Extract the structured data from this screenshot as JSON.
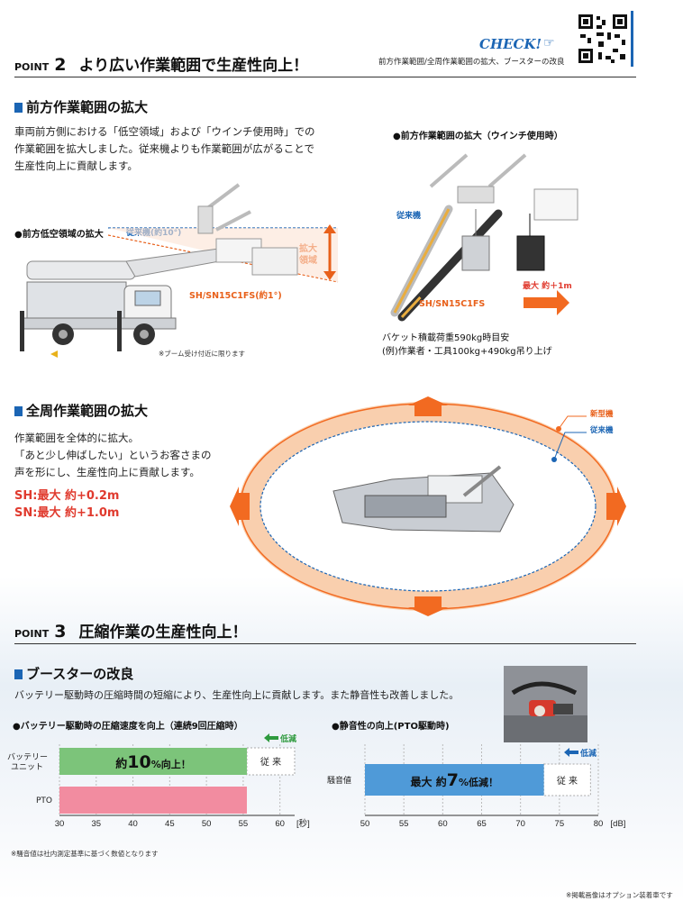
{
  "point2": {
    "label": "POINT",
    "num": "2",
    "title": "より広い作業範囲で生産性向上！"
  },
  "check": {
    "badge": "CHECK!",
    "caption": "前方作業範囲/全周作業範囲の拡大、ブースターの改良"
  },
  "front": {
    "heading": "前方作業範囲の拡大",
    "lines": [
      "車両前方側における「低空領域」および「ウインチ使用時」での",
      "作業範囲を拡大しました。従来機よりも作業範囲が広がることで",
      "生産性向上に貢献します。"
    ],
    "low_label": "●前方低空領域の拡大",
    "old_angle": "従来機(約10°)",
    "expand": "拡大",
    "area": "領域",
    "new_angle": "SH/SN15C1FS(約1°)",
    "boom_note": "※ブーム受け付近に限ります",
    "winch_label": "●前方作業範囲の拡大（ウインチ使用時）",
    "old_model": "従来機",
    "new_model": "SH/SN15C1FS",
    "gain": "最大 約＋1m",
    "load1": "バケット積載荷重590kg時目安",
    "load2": "(例)作業者・工具100kg+490kg吊り上げ"
  },
  "around": {
    "heading": "全周作業範囲の拡大",
    "lines": [
      "作業範囲を全体的に拡大。",
      "「あと少し伸ばしたい」というお客さまの",
      "声を形にし、生産性向上に貢献します。"
    ],
    "sh": "SH:最大 約+0.2m",
    "sn": "SN:最大 約+1.0m",
    "legend_new": "新型機",
    "legend_old": "従来機"
  },
  "point3": {
    "label": "POINT",
    "num": "3",
    "title": "圧縮作業の生産性向上！"
  },
  "booster": {
    "heading": "ブースターの改良",
    "text": "バッテリー駆動時の圧縮時間の短縮により、生産性向上に貢献します。また静音性も改善しました。",
    "speed_title": "●バッテリー駆動時の圧縮速度を向上（連続9回圧縮時）",
    "noise_title": "●静音性の向上(PTO駆動時)",
    "reduce": "低減",
    "battery": "バッテリー",
    "unit": "ユニット",
    "pto": "PTO",
    "up_prefix": "約",
    "up_num": "10",
    "up_suffix": "%向上！",
    "conv": "従 来",
    "noise_row": "騒音値",
    "noise_prefix": "最大 約",
    "noise_num": "7",
    "noise_suffix": "%低減！",
    "sec_unit": "[秒]",
    "db_unit": "[dB]",
    "note_left": "※騒音値は社内測定基準に基づく数値となります",
    "note_right": "※掲載画像はオプション装着車です"
  },
  "chart_data": [
    {
      "type": "bar",
      "title": "●バッテリー駆動時の圧縮速度を向上（連続9回圧縮時）",
      "categories": [
        "バッテリーユニット",
        "PTO"
      ],
      "series": [
        {
          "name": "",
          "values": [
            55.5,
            55.5
          ]
        }
      ],
      "conventional": {
        "バッテリーユニット": 62
      },
      "xticks": [
        30,
        35,
        40,
        45,
        50,
        55,
        60
      ],
      "xlim": [
        30,
        62
      ],
      "xlabel": "[秒]"
    },
    {
      "type": "bar",
      "title": "●静音性の向上(PTO駆動時)",
      "categories": [
        "騒音値"
      ],
      "series": [
        {
          "name": "",
          "values": [
            73
          ]
        }
      ],
      "conventional": {
        "騒音値": 79
      },
      "xticks": [
        50,
        55,
        60,
        65,
        70,
        75,
        80
      ],
      "xlim": [
        50,
        80
      ],
      "xlabel": "[dB]"
    }
  ],
  "colors": {
    "accent": "#1b65b4",
    "orange": "#f26a21",
    "green": "#7cc47a",
    "pink": "#f28ca0",
    "barblue": "#4f9ad8",
    "ellipse": "#f9cfae"
  }
}
